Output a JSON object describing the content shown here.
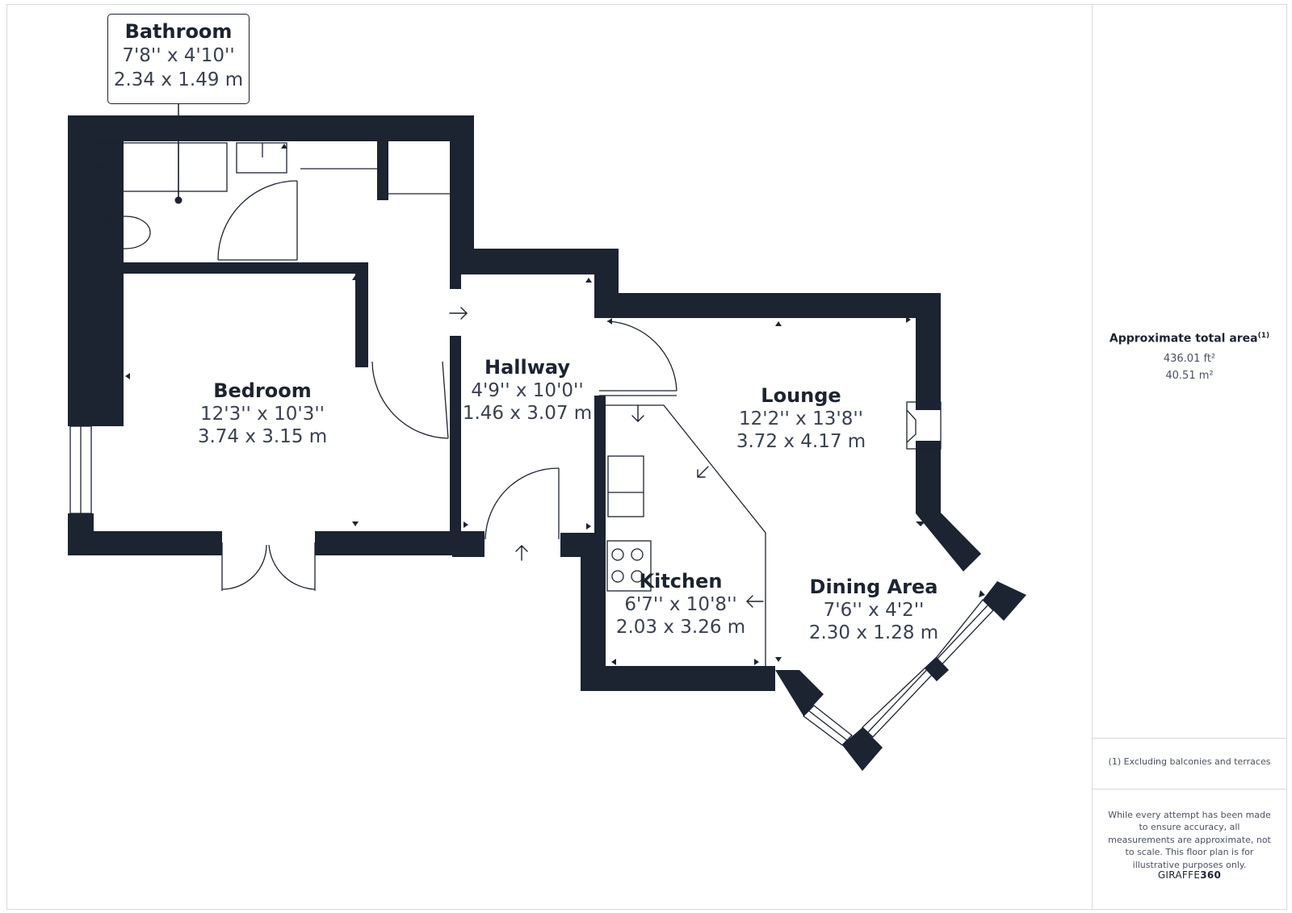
{
  "rooms": {
    "bathroom": {
      "name": "Bathroom",
      "imperial": "7'8'' x 4'10''",
      "metric": "2.34 x 1.49 m"
    },
    "bedroom": {
      "name": "Bedroom",
      "imperial": "12'3'' x 10'3''",
      "metric": "3.74 x 3.15 m"
    },
    "hallway": {
      "name": "Hallway",
      "imperial": "4'9'' x 10'0''",
      "metric": "1.46 x 3.07 m"
    },
    "lounge": {
      "name": "Lounge",
      "imperial": "12'2'' x 13'8''",
      "metric": "3.72 x 4.17 m"
    },
    "kitchen": {
      "name": "Kitchen",
      "imperial": "6'7'' x 10'8''",
      "metric": "2.03 x 3.26 m"
    },
    "dining": {
      "name": "Dining Area",
      "imperial": "7'6'' x 4'2''",
      "metric": "2.30 x 1.28 m"
    }
  },
  "summary": {
    "title": "Approximate total area",
    "footnote_mark": "(1)",
    "area_ft": "436.01 ft²",
    "area_m": "40.51 m²",
    "note": "(1) Excluding balconies and terraces",
    "disclaimer": "While every attempt has been made to ensure accuracy, all measurements are approximate, not to scale. This floor plan is for illustrative purposes only.",
    "brand_light": "GIRAFFE",
    "brand_bold": "360"
  },
  "colors": {
    "wall": "#1c2331",
    "line": "#1c2331",
    "border": "#d6d8dc"
  }
}
